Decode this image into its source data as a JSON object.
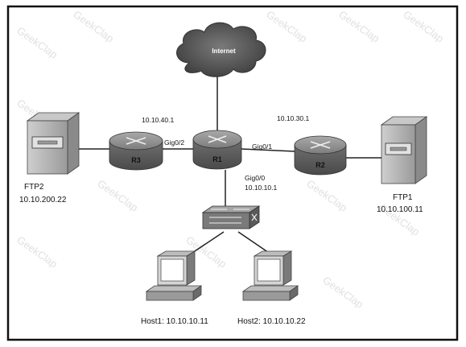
{
  "diagram": {
    "internet_label": "Internet",
    "routers": [
      {
        "id": "r1",
        "name": "R1"
      },
      {
        "id": "r2",
        "name": "R2"
      },
      {
        "id": "r3",
        "name": "R3"
      }
    ],
    "interfaces": {
      "r1_to_r3": "Gig0/2",
      "r1_to_r2": "Gig0/1",
      "r1_to_switch": "Gig0/0"
    },
    "ip_labels": {
      "r3_link": "10.10.40.1",
      "r2_link": "10.10.30.1",
      "r1_gig0_0": "10.10.10.1"
    },
    "servers": [
      {
        "id": "ftp2",
        "name": "FTP2",
        "ip": "10.10.200.22"
      },
      {
        "id": "ftp1",
        "name": "FTP1",
        "ip": "10.10.100.11"
      }
    ],
    "hosts": [
      {
        "id": "host1",
        "label": "Host1: 10.10.10.11"
      },
      {
        "id": "host2",
        "label": "Host2: 10.10.10.22"
      }
    ],
    "watermark": "GeekClap"
  }
}
